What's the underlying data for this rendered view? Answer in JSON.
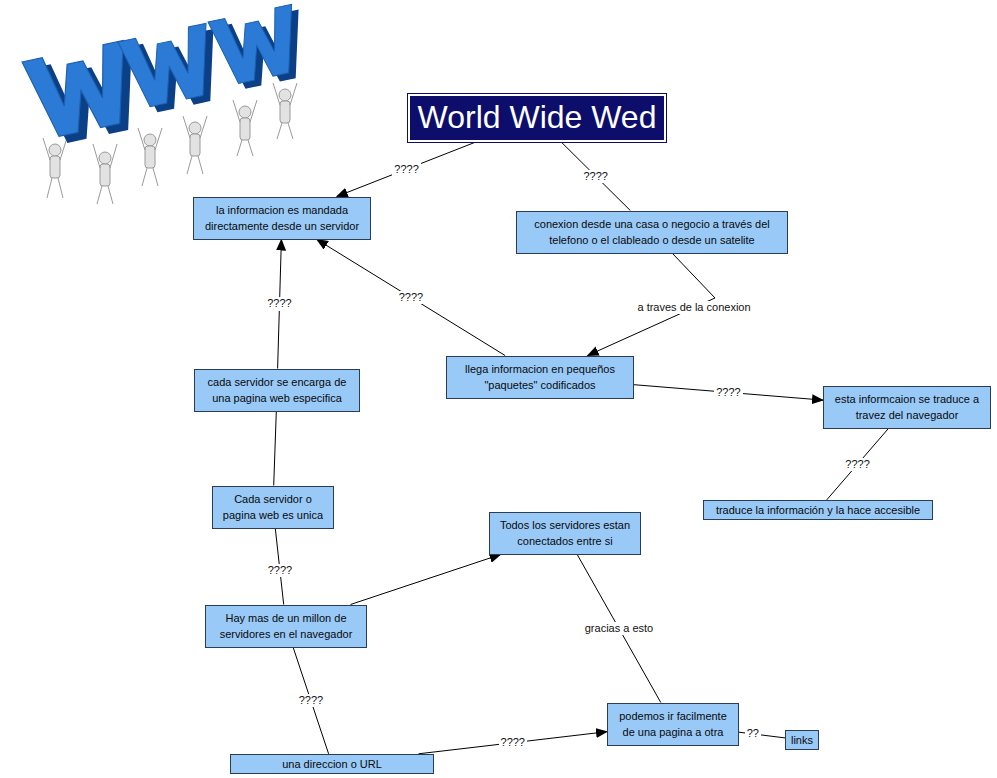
{
  "diagram": {
    "nodes": [
      {
        "text": [
          "World Wide Wed"
        ]
      },
      {
        "text": [
          "la informacion es mandada directamente desde un servidor"
        ]
      },
      {
        "text": [
          "conexion desde una casa o negocio a través del telefono o el clableado o desde un satelite"
        ]
      },
      {
        "text": [
          "llega informacion en pequeños \"paquetes\" codificados"
        ]
      },
      {
        "text": [
          "cada servidor se encarga de una pagina web especifica"
        ]
      },
      {
        "text": [
          "esta informcaion se traduce a travez del navegador"
        ]
      },
      {
        "text": [
          "traduce la información y la hace accesible"
        ]
      },
      {
        "text": [
          "Cada servidor o pagina web es unica"
        ]
      },
      {
        "text": [
          "Todos los servidores estan conectados entre si"
        ]
      },
      {
        "text": [
          "Hay mas de un millon de servidores en el navegador"
        ]
      },
      {
        "text": [
          "podemos ir facilmente de una pagina a otra"
        ]
      },
      {
        "text": [
          "links"
        ]
      },
      {
        "text": [
          "una direccion o URL"
        ]
      }
    ],
    "edges": [
      {
        "from": 0,
        "to": 1,
        "label": "????",
        "arrow": "to"
      },
      {
        "from": 0,
        "to": 2,
        "label": "????",
        "arrow": "none"
      },
      {
        "from": 2,
        "to": 3,
        "label": "a traves de la conexion",
        "arrow": "to"
      },
      {
        "from": 3,
        "to": 1,
        "label": "????",
        "arrow": "to"
      },
      {
        "from": 3,
        "to": 5,
        "label": "????",
        "arrow": "to"
      },
      {
        "from": 5,
        "to": 6,
        "label": "????",
        "arrow": "none"
      },
      {
        "from": 4,
        "to": 1,
        "label": "????",
        "arrow": "to"
      },
      {
        "from": 7,
        "to": 4,
        "arrow": "none"
      },
      {
        "from": 7,
        "to": 9,
        "label": "????",
        "arrow": "none"
      },
      {
        "from": 9,
        "to": 8,
        "arrow": "to"
      },
      {
        "from": 8,
        "to": 10,
        "label": "gracias a esto",
        "arrow": "none"
      },
      {
        "from": 9,
        "to": 12,
        "label": "????",
        "arrow": "none"
      },
      {
        "from": 12,
        "to": 10,
        "label": "????",
        "arrow": "to"
      },
      {
        "from": 10,
        "to": 11,
        "label": "??",
        "arrow": "none"
      }
    ]
  }
}
